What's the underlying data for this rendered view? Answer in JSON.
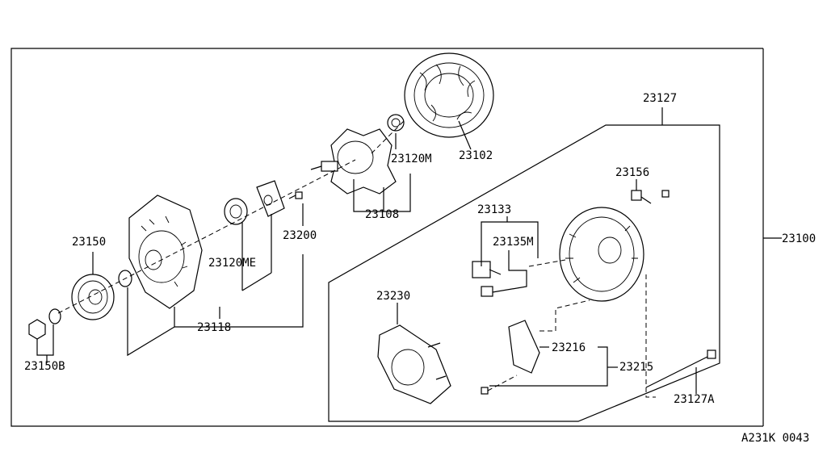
{
  "diagram": {
    "reference": "A231K 0043",
    "labels": {
      "assembly": "23100",
      "stator": "23102",
      "rotor": "23108",
      "bearing_rear": "23120M",
      "front_cover_assy": "23118",
      "bearing_front": "23120ME",
      "screw": "23200",
      "pulley": "23150",
      "pulley_nut_washer": "23150B",
      "rear_cover_assy": "23127",
      "terminal": "23156",
      "brush_holder": "23133",
      "brush": "23135M",
      "insulator_plate": "23230",
      "diode_set": "23216",
      "regulator": "23215",
      "through_bolt": "23127A"
    }
  }
}
